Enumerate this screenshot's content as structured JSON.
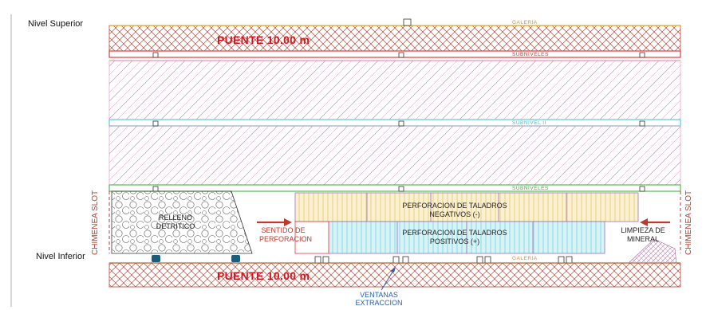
{
  "levels": {
    "top": "Nivel Superior",
    "bottom": "Nivel Inferior"
  },
  "bridges": {
    "top": "PUENTE 10.00 m",
    "bottom": "PUENTE 10.00 m"
  },
  "galleries": {
    "top": "GALERIA",
    "bottom": "GALERIA"
  },
  "sublevels": {
    "first": "SUBNIVELES",
    "second": "SUBNIVEL II",
    "third": "SUBNIVELES"
  },
  "chimneys": {
    "left": "CHIMENEA SLOT",
    "right": "CHIMENEA SLOT"
  },
  "zones": {
    "fill": "RELLENO DETRITICO",
    "drill_direction": "SENTIDO DE PERFORACION",
    "negative_drilling": "PERFORACION DE TALADROS NEGATIVOS (-)",
    "positive_drilling": "PERFORACION DE TALADROS POSITIVOS (+)",
    "cleaning": "LIMPIEZA DE MINERAL"
  },
  "extraction": "VENTANAS EXTRACCION",
  "colors": {
    "bridge_text": "#d9141b",
    "bridge_hatch": "#c0392b",
    "stope_hatch": "#d87ab4",
    "sublevel_red": "#e23b3b",
    "sublevel_cyan": "#4fd0e6",
    "sublevel_green": "#59b85a",
    "negative_fill": "#f6e6b0",
    "positive_fill": "#bfe9ee",
    "gallery_line": "#e9b24a"
  }
}
